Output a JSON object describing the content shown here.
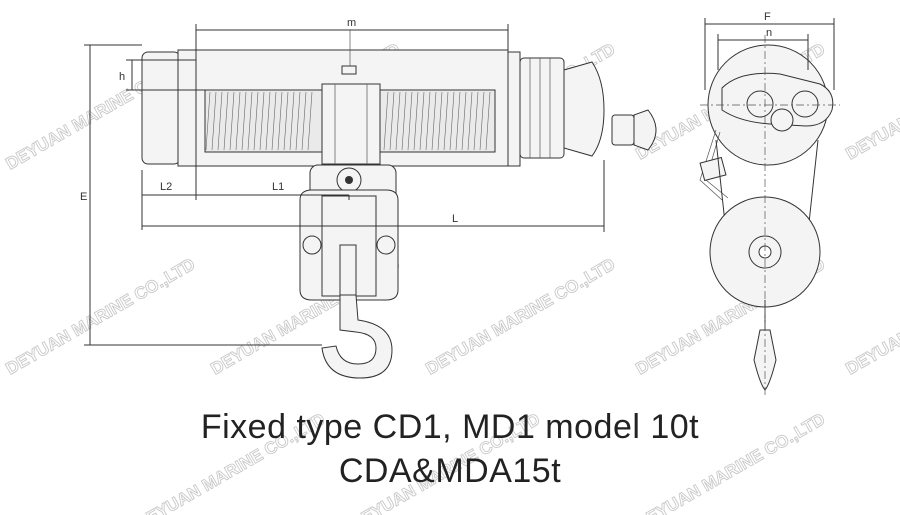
{
  "caption": {
    "line1": "Fixed type CD1, MD1 model 10t",
    "line2": "CDA&MDA15t"
  },
  "dimensions": {
    "m": "m",
    "h": "h",
    "E": "E",
    "L2": "L2",
    "L1": "L1",
    "L": "L",
    "F": "F",
    "n": "n"
  },
  "watermark": "DEYUAN MARINE CO.,LTD",
  "colors": {
    "line": "#333333",
    "watermark": "#c9c9c9",
    "fill": "#f4f4f4"
  }
}
